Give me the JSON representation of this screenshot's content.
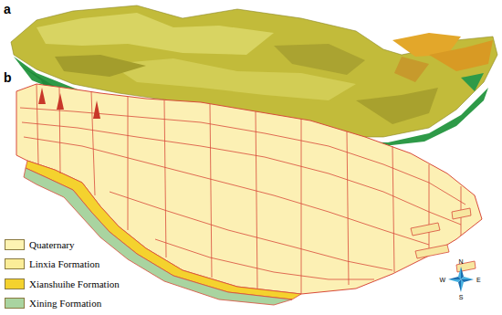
{
  "diagram": {
    "labels": [
      "a",
      "b",
      "N",
      "W",
      "E",
      "S"
    ],
    "legend": [
      {
        "text": "Quaternary",
        "color": "#fdf3b2"
      },
      {
        "text": "Linxia Formation",
        "color": "#fbed98"
      },
      {
        "text": "Xianshuihe Formation",
        "color": "#f4d22e"
      },
      {
        "text": "Xining Formation",
        "color": "#a9d4a0"
      }
    ]
  }
}
